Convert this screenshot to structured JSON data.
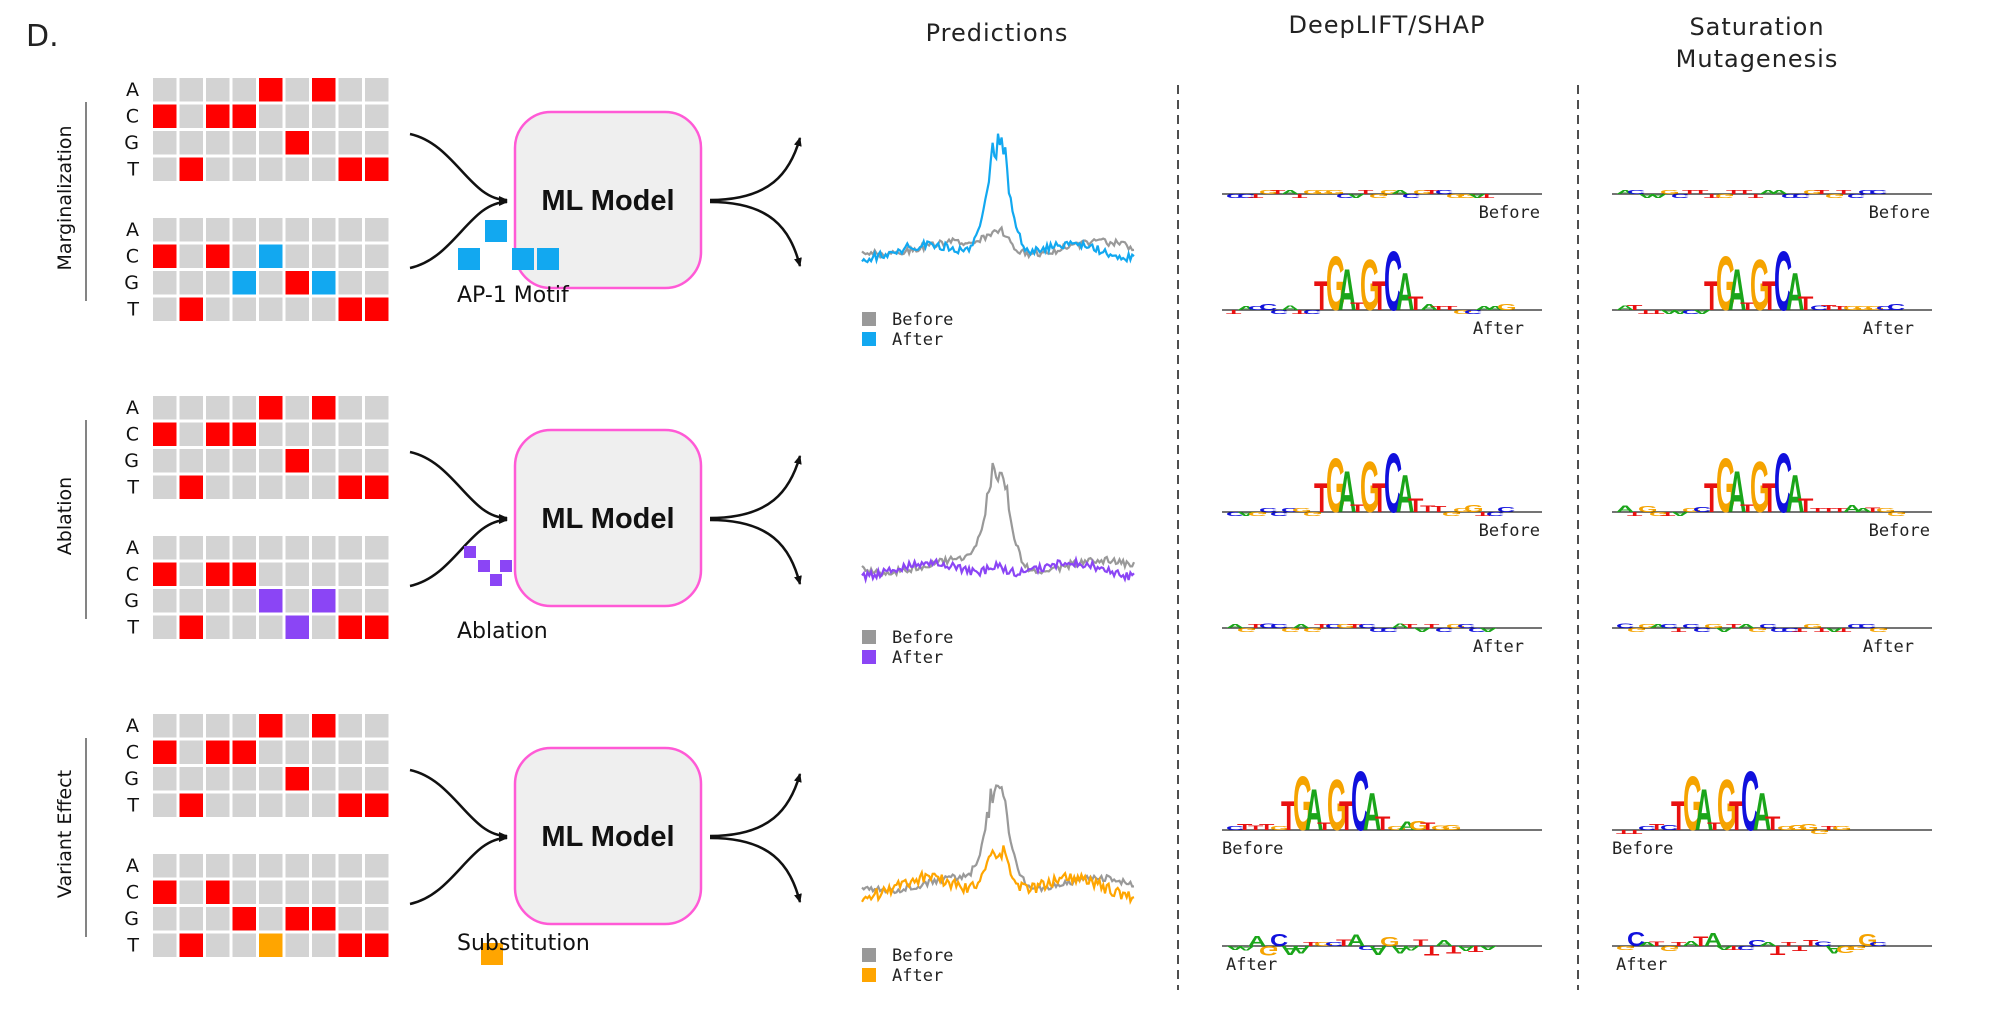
{
  "panel_label": "D.",
  "column_headers": {
    "predictions": "Predictions",
    "deeplift": "DeepLIFT/SHAP",
    "saturation_line1": "Saturation",
    "saturation_line2": "Mutagenesis"
  },
  "bases": [
    "A",
    "C",
    "G",
    "T"
  ],
  "model_label": "ML Model",
  "legend": {
    "before": "Before",
    "after": "After"
  },
  "logo_labels": {
    "before": "Before",
    "after": "After"
  },
  "colors": {
    "reference": "#ff0000",
    "cell": "#d3d3d3",
    "before_trace": "#999999",
    "box_border": "#ff5ad6",
    "box_fill": "#efefef",
    "A": "#1aa51a",
    "C": "#1010dd",
    "G": "#f5a300",
    "T": "#e81010"
  },
  "reference_sequence": [
    "C",
    "T",
    "C",
    "C",
    "A",
    "G",
    "A",
    "T",
    "T"
  ],
  "sections": [
    {
      "id": "marginalization",
      "label": "Marginalization",
      "caption": "AP-1 Motif",
      "after_color": "#12a8f0",
      "after_sequence": [
        "C",
        "T",
        "C",
        "G",
        "C",
        "G",
        "G",
        "T",
        "T"
      ],
      "edit_columns": [
        3,
        4,
        5,
        6
      ]
    },
    {
      "id": "ablation",
      "label": "Ablation",
      "caption": "Ablation",
      "after_color": "#8b45f5",
      "after_sequence": [
        "C",
        "T",
        "C",
        "C",
        "G",
        "T",
        "G",
        "T",
        "T"
      ],
      "edit_columns": [
        3,
        4,
        5,
        6
      ]
    },
    {
      "id": "variant-effect",
      "label": "Variant Effect",
      "caption": "Substitution",
      "after_color": "#ffa500",
      "after_sequence": [
        "C",
        "T",
        "C",
        "G",
        "T",
        "G",
        "G",
        "T",
        "T"
      ],
      "edit_columns": [
        4
      ]
    }
  ]
}
